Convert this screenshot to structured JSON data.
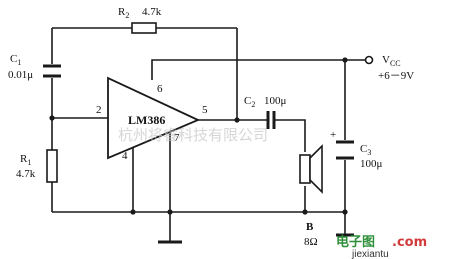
{
  "components": {
    "r2": {
      "name": "R",
      "sub": "2",
      "value": "4.7k"
    },
    "c1": {
      "name": "C",
      "sub": "1",
      "value": "0.01μ"
    },
    "r1": {
      "name": "R",
      "sub": "1",
      "value": "4.7k"
    },
    "chip": {
      "label": "LM386"
    },
    "c2": {
      "name": "C",
      "sub": "2",
      "value": "100μ"
    },
    "c3": {
      "name": "C",
      "sub": "3",
      "value": "100μ"
    },
    "speaker": {
      "name": "B",
      "value": "8Ω"
    },
    "vcc": {
      "name": "V",
      "sub": "CC",
      "range": "+6－9V"
    },
    "c3_polarity": "+"
  },
  "pins": {
    "p2": "2",
    "p4": "4",
    "p5": "5",
    "p6": "6",
    "p7": "7"
  },
  "watermark": {
    "text": "杭州将睿科技有限公司",
    "site_cn": "电子图",
    "site_suffix": ".com",
    "site_url": "jiexiantu"
  }
}
